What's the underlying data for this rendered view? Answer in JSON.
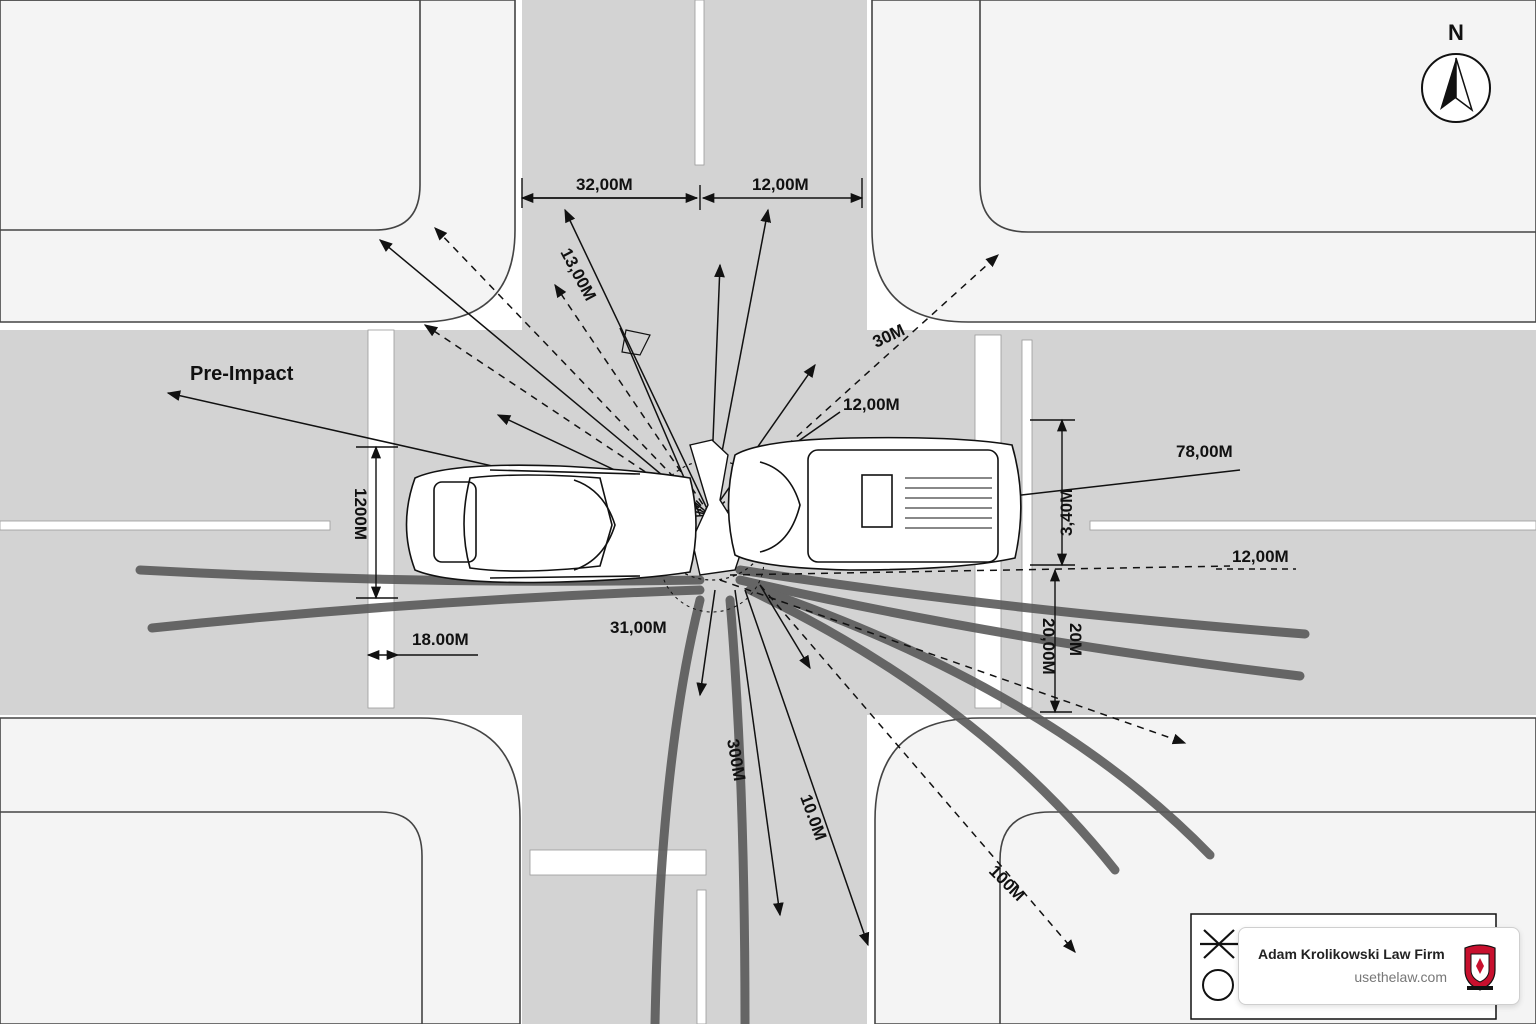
{
  "diagram": {
    "compass_label": "N",
    "phase_label": "Pre-Impact",
    "measurements": {
      "top_left_width": "32,00M",
      "top_right_width": "12,00M",
      "diag_upper_left": "13,00M",
      "diag_upper_right": "30M",
      "center_upper": "12,00M",
      "right_vehicle": "78,00M",
      "right_lane_line": "12,00M",
      "vehicle_height": "3,40M",
      "right_lower_a": "20M",
      "right_lower_b": "20,00M",
      "left_lane_width": "1200M",
      "crosswalk_width": "18.00M",
      "impact_radius": "31,00M",
      "skid_down_a": "300M",
      "skid_down_b": "10.0M",
      "skid_down_right": "100M"
    }
  },
  "legend": {
    "symbols": [
      "cross-star",
      "circle"
    ]
  },
  "watermark": {
    "firm_name": "Adam Krolikowski Law Firm",
    "website": "usethelaw.com",
    "logo_colors": [
      "#c8102e",
      "#ffffff",
      "#111111"
    ]
  },
  "colors": {
    "road": "#d3d3d3",
    "sidewalk": "#f3f3f3",
    "skid": "#555555",
    "line": "#111111"
  }
}
